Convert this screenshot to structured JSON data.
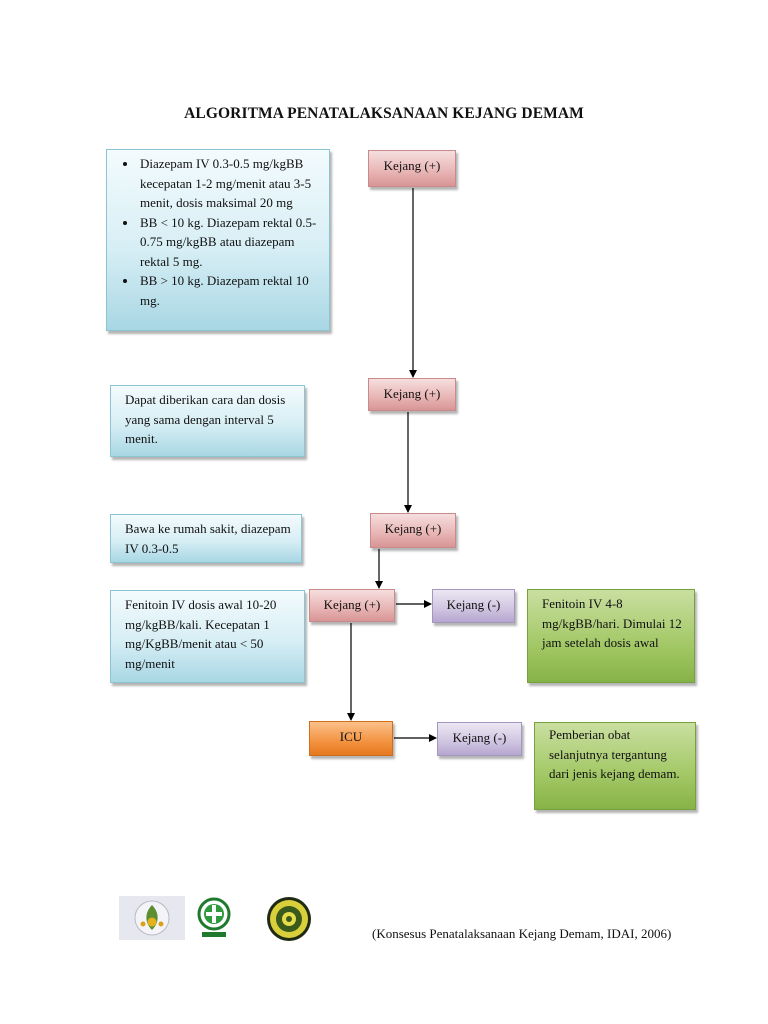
{
  "title": "ALGORITMA PENATALAKSANAAN KEJANG DEMAM",
  "left_boxes": {
    "box1_items": [
      "Diazepam IV 0.3-0.5 mg/kgBB kecepatan 1-2 mg/menit atau 3-5 menit, dosis maksimal 20 mg",
      "BB < 10 kg. Diazepam rektal 0.5-0.75 mg/kgBB atau diazepam rektal 5 mg.",
      "BB > 10 kg. Diazepam rektal 10 mg."
    ],
    "box2": "Dapat diberikan cara dan dosis yang sama dengan interval 5  menit.",
    "box3": "Bawa ke rumah sakit, diazepam IV 0.3-0.5",
    "box4": "Fenitoin IV dosis awal 10-20 mg/kgBB/kali. Kecepatan 1 mg/KgBB/menit atau < 50 mg/menit"
  },
  "nodes": {
    "kejang1": "Kejang (+)",
    "kejang2": "Kejang (+)",
    "kejang3": "Kejang (+)",
    "kejang4": "Kejang (+)",
    "kejang_neg1": "Kejang (-)",
    "icu": "ICU",
    "kejang_neg2": "Kejang (-)"
  },
  "right_boxes": {
    "green1": "Fenitoin IV 4-8 mg/kgBB/hari. Dimulai 12 jam setelah dosis awal",
    "green2": "Pemberian obat selanjutnya tergantung dari jenis kejang demam."
  },
  "footer": {
    "citation": "(Konsesus Penatalaksanaan Kejang Demam, IDAI, 2006)",
    "logos": [
      "idai-logo",
      "health-ministry-logo",
      "university-seal-logo"
    ]
  },
  "colors": {
    "blue_box": "#d7eef5",
    "red_node": "#e8b4b4",
    "purple_node": "#cfc4e0",
    "green_box": "#a3c866",
    "orange_node": "#f39240"
  }
}
